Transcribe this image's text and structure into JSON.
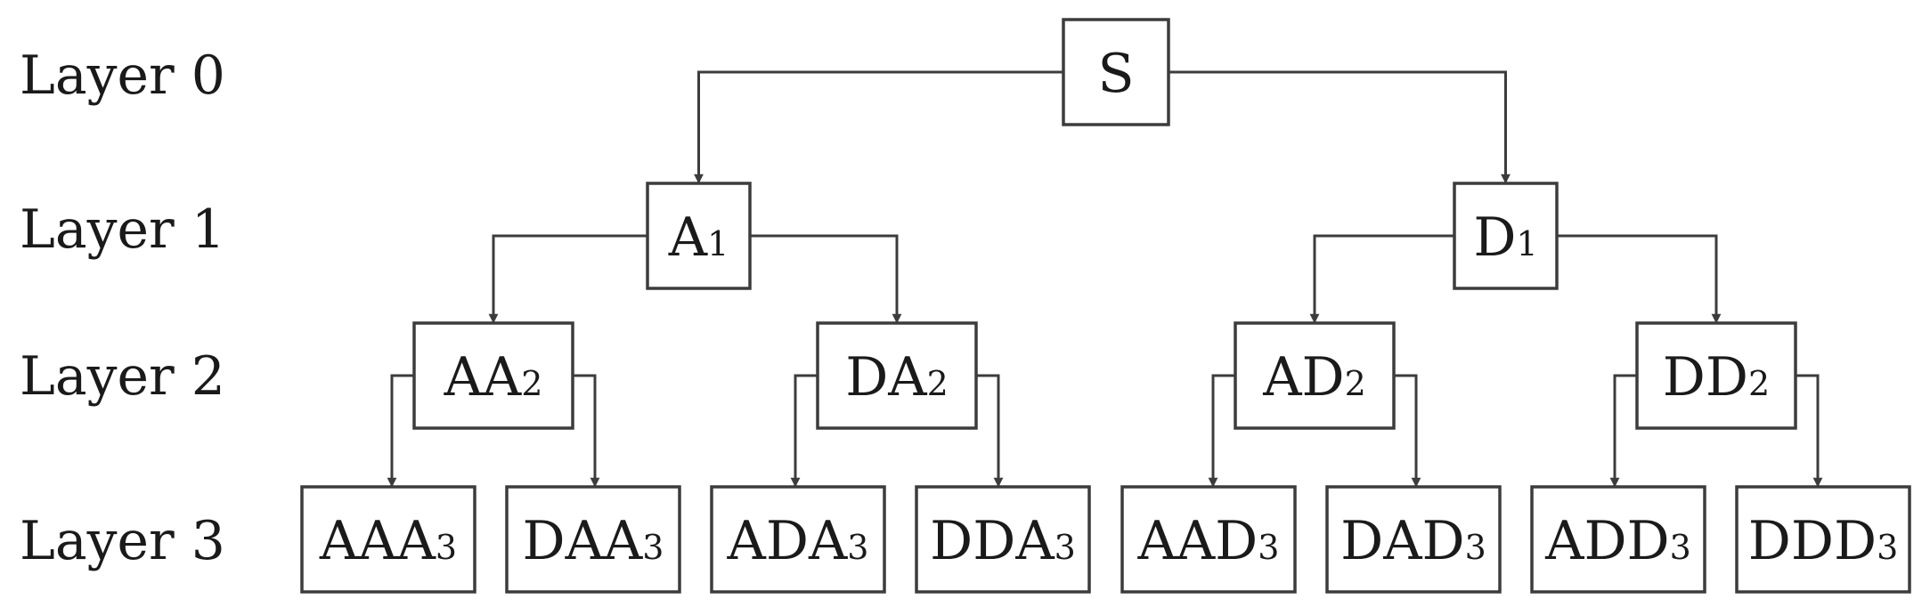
{
  "colors": {
    "line": "#3c3c3c",
    "text": "#1a1a1a",
    "background": "#ffffff"
  },
  "layers": [
    {
      "label": "Layer 0"
    },
    {
      "label": "Layer 1"
    },
    {
      "label": "Layer 2"
    },
    {
      "label": "Layer 3"
    }
  ],
  "nodes": [
    {
      "id": "S",
      "text": "S",
      "sub": "",
      "layer": 0,
      "parent": ""
    },
    {
      "id": "A1",
      "text": "A",
      "sub": "1",
      "layer": 1,
      "parent": "S"
    },
    {
      "id": "D1",
      "text": "D",
      "sub": "1",
      "layer": 1,
      "parent": "S"
    },
    {
      "id": "AA2",
      "text": "AA",
      "sub": "2",
      "layer": 2,
      "parent": "A1"
    },
    {
      "id": "DA2",
      "text": "DA",
      "sub": "2",
      "layer": 2,
      "parent": "A1"
    },
    {
      "id": "AD2",
      "text": "AD",
      "sub": "2",
      "layer": 2,
      "parent": "D1"
    },
    {
      "id": "DD2",
      "text": "DD",
      "sub": "2",
      "layer": 2,
      "parent": "D1"
    },
    {
      "id": "AAA3",
      "text": "AAA",
      "sub": "3",
      "layer": 3,
      "parent": "AA2"
    },
    {
      "id": "DAA3",
      "text": "DAA",
      "sub": "3",
      "layer": 3,
      "parent": "AA2"
    },
    {
      "id": "ADA3",
      "text": "ADA",
      "sub": "3",
      "layer": 3,
      "parent": "DA2"
    },
    {
      "id": "DDA3",
      "text": "DDA",
      "sub": "3",
      "layer": 3,
      "parent": "DA2"
    },
    {
      "id": "AAD3",
      "text": "AAD",
      "sub": "3",
      "layer": 3,
      "parent": "AD2"
    },
    {
      "id": "DAD3",
      "text": "DAD",
      "sub": "3",
      "layer": 3,
      "parent": "AD2"
    },
    {
      "id": "ADD3",
      "text": "ADD",
      "sub": "3",
      "layer": 3,
      "parent": "DD2"
    },
    {
      "id": "DDD3",
      "text": "DDD",
      "sub": "3",
      "layer": 3,
      "parent": "DD2"
    }
  ]
}
